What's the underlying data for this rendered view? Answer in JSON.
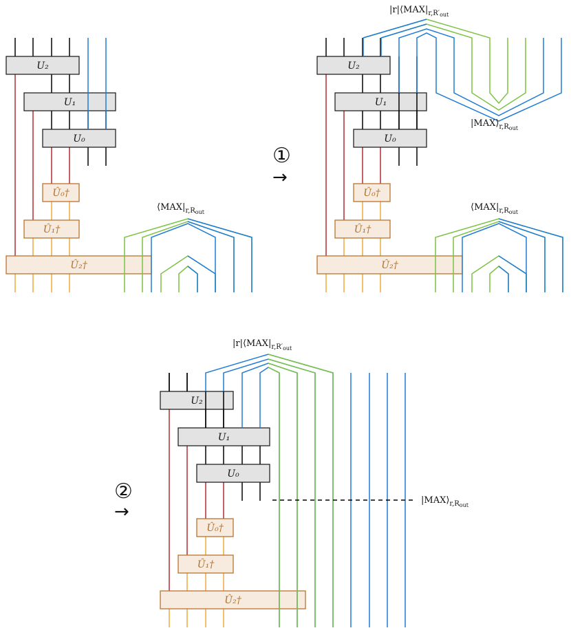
{
  "colors": {
    "wire_black": "#000000",
    "wire_blue": "#1f7bd6",
    "wire_green": "#7cc244",
    "wire_red": "#b22d2d",
    "wire_orange": "#f0a83a",
    "gate_gray_fill": "#e3e3e3",
    "gate_gray_stroke": "#222222",
    "gate_peach_fill": "#f7ebe0",
    "gate_peach_stroke": "#b8732e",
    "gate_peach_text": "#b06d25"
  },
  "gates": {
    "u2": "U₂",
    "u1": "U₁",
    "u0": "U₀",
    "u0_dag": "Û₀†",
    "u1_dag": "Û₁†",
    "u2_dag": "Û₂†"
  },
  "steps": {
    "step1_number": "①",
    "step1_arrow": "→",
    "step2_number": "②",
    "step2_arrow": "→"
  },
  "labels": {
    "bra_max_rout": "⟨MAX|",
    "bra_max_rout_sub": "r,R",
    "bra_max_rout_subsub": "out",
    "r_bra_max_rprime": "|r|⟨MAX|",
    "r_bra_max_rprime_sub": "r,R′",
    "r_bra_max_rprime_subsub": "out",
    "ket_max_rout": "|MAX⟩",
    "ket_max_rout_sub": "r,R",
    "ket_max_rout_subsub": "out"
  }
}
